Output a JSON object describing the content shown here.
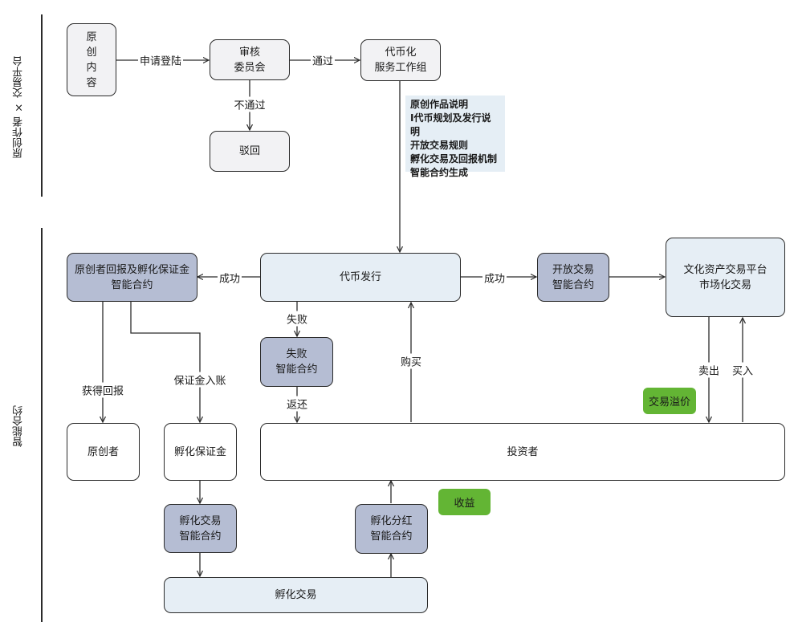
{
  "lanes": [
    {
      "title": "原创作者 × 交易平台"
    },
    {
      "title": "智能合约"
    }
  ],
  "nodes": {
    "original_content": "原\n创\n内\n容",
    "review_committee": "审核\n委员会",
    "tokenization_group": "代币化\n服务工作组",
    "rejected": "驳回",
    "return_contract": "原创者回报及孵化保证金\n智能合约",
    "token_issuance": "代币发行",
    "open_trading_contract": "开放交易\n智能合约",
    "market_platform": "文化资产交易平台\n市场化交易",
    "failure_contract": "失败\n智能合约",
    "creator": "原创者",
    "incubation_deposit": "孵化保证金",
    "investor": "投资者",
    "incubation_trading_contract": "孵化交易\n智能合约",
    "incubation_dividend_contract": "孵化分红\n智能合约",
    "incubation_trading": "孵化交易"
  },
  "note": {
    "lines": "原创作品说明\nI代币规划及发行说明\n开放交易规则\n孵化交易及回报机制\n智能合约生成"
  },
  "edge_labels": {
    "apply_register": "申请登陆",
    "pass": "通过",
    "not_pass": "不通过",
    "success_left": "成功",
    "success_right": "成功",
    "failure": "失败",
    "refund": "返还",
    "purchase": "购买",
    "get_return": "获得回报",
    "deposit_credited": "保证金入账",
    "sell": "卖出",
    "buy": "买入"
  },
  "badges": {
    "trade_premium": "交易溢价",
    "revenue": "收益"
  },
  "colors": {
    "slate_node": "#b5bdd3",
    "blue_node": "#e6eef5",
    "gray_node": "#f2f2f4",
    "badge_green": "#63b534",
    "line": "#2b2b2b"
  }
}
